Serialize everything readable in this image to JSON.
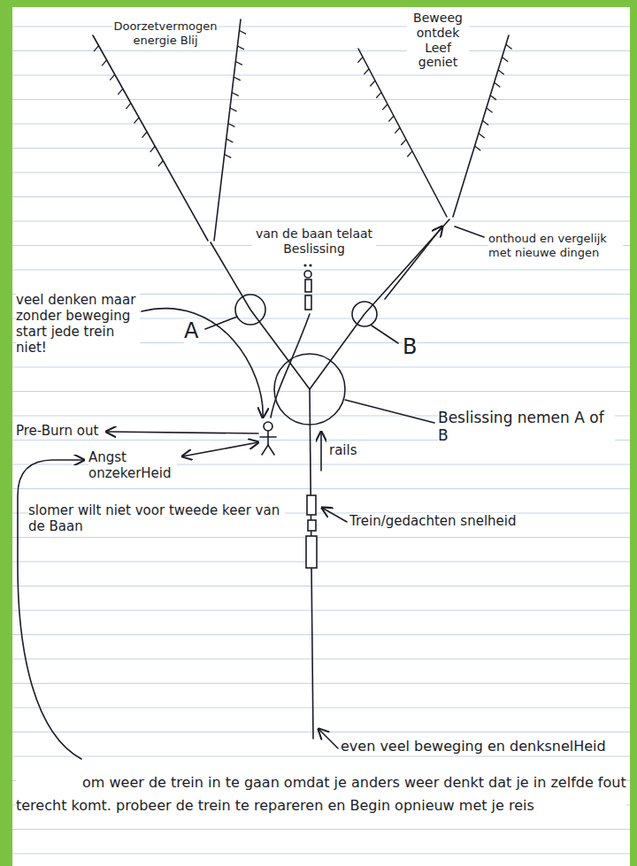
{
  "diagram": {
    "labels": [
      "Doorzetvermogen energie Blij",
      "Beweeg ontdek Leef geniet",
      "van de baan telaat Beslissing",
      "onthoud en vergelijk met nieuwe dingen",
      "veel denken maar zonder beweging start jede trein niet!",
      "A",
      "B",
      "Beslissing nemen A of B",
      "Pre-Burn out",
      "Angst onzekerHeid",
      "rails",
      "slomer wilt niet voor tweede keer van de Baan",
      "Trein/gedachten snelheid",
      "even veel beweging en denksnelHeid",
      "om weer de trein in te gaan omdat je anders weer denkt dat je in zelfde fout terecht komt. probeer de trein te repareren en Begin opnieuw met je reis"
    ]
  }
}
